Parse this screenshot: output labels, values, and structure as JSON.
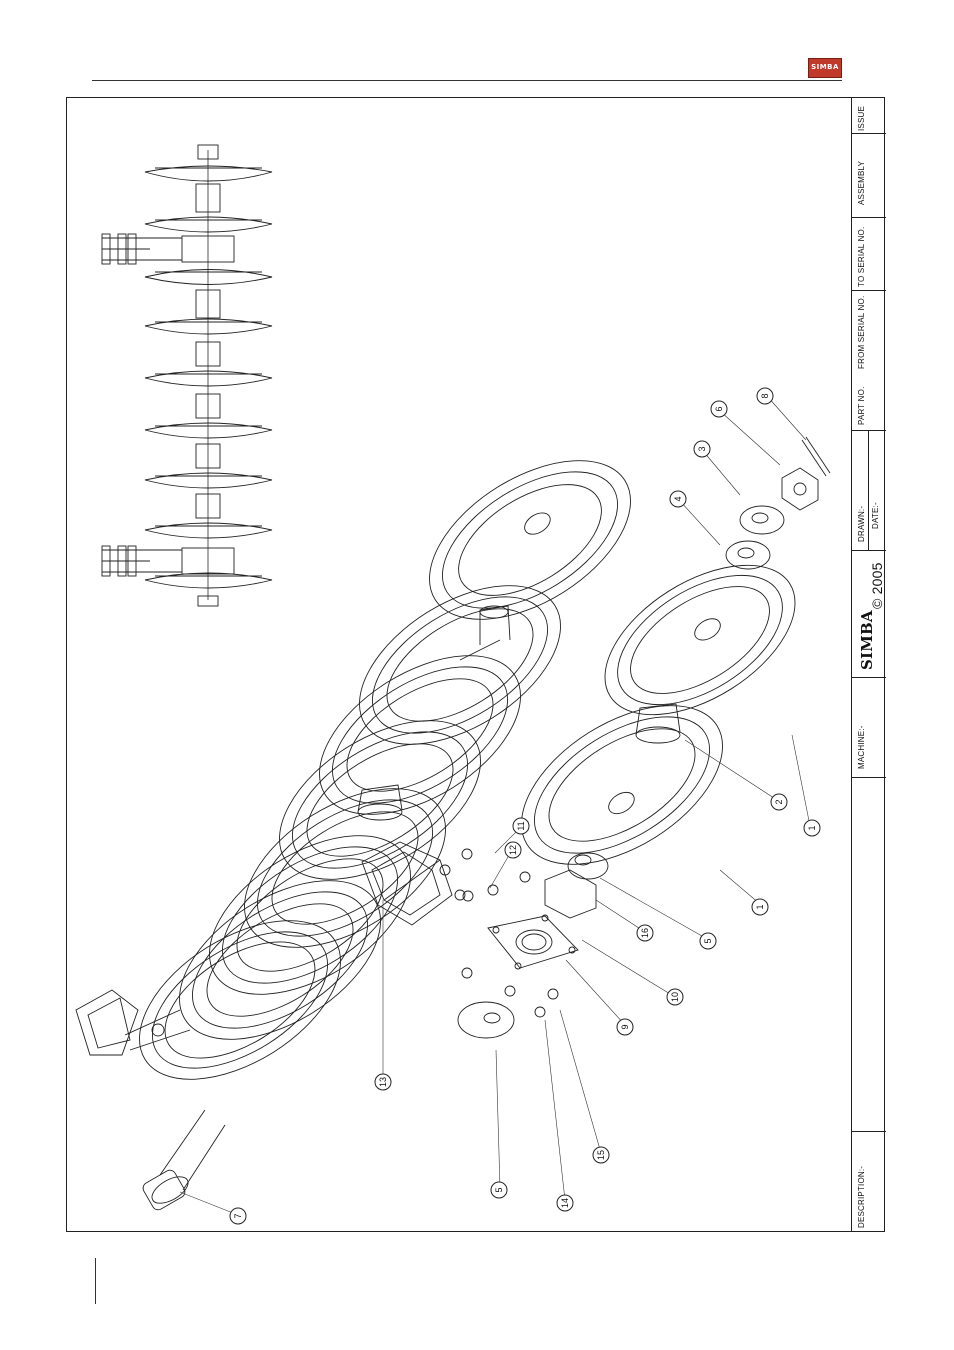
{
  "header": {
    "logo_text": "SIMBA"
  },
  "title_block": {
    "issue": "ISSUE",
    "assembly": "ASSEMBLY",
    "to_serial": "TO SERIAL NO.",
    "from_serial": "FROM SERIAL NO.",
    "part_no": "PART NO.",
    "drawn": "DRAWN:-",
    "date": "DATE:-",
    "brand": "SIMBA",
    "copyright": "© 2005",
    "machine": "MACHINE:-",
    "description": "DESCRIPTION:-"
  },
  "callouts": {
    "c1a": "1",
    "c1b": "1",
    "c2": "2",
    "c3": "3",
    "c4": "4",
    "c5a": "5",
    "c5b": "5",
    "c6": "6",
    "c7": "7",
    "c8": "8",
    "c9": "9",
    "c10": "10",
    "c11": "11",
    "c12": "12",
    "c13": "13",
    "c14": "14",
    "c15": "15",
    "c16": "16"
  }
}
